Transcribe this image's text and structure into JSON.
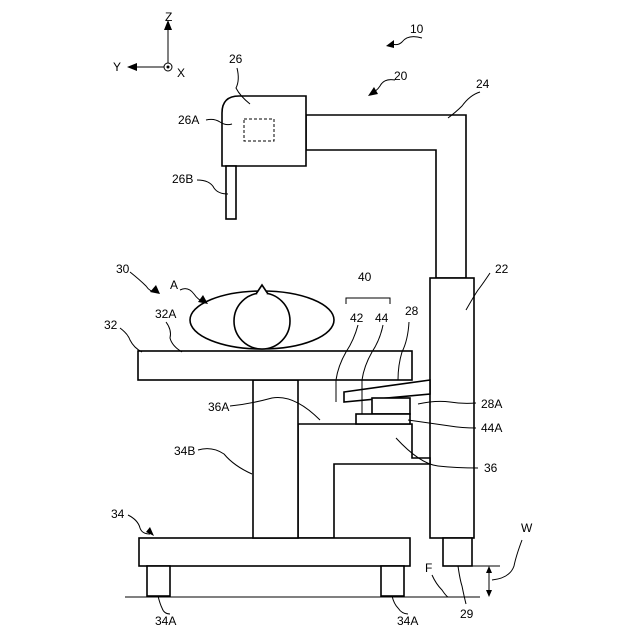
{
  "axes": {
    "z": "Z",
    "y": "Y",
    "x": "X"
  },
  "labels": {
    "l10": "10",
    "l20": "20",
    "l22": "22",
    "l24": "24",
    "l26": "26",
    "l26A": "26A",
    "l26B": "26B",
    "l28": "28",
    "l28A": "28A",
    "l29": "29",
    "l30": "30",
    "lA": "A",
    "l32": "32",
    "l32A": "32A",
    "l34": "34",
    "l34A_left": "34A",
    "l34A_right": "34A",
    "l34B": "34B",
    "l36": "36",
    "l36A": "36A",
    "l40": "40",
    "l42": "42",
    "l44": "44",
    "l44A": "44A",
    "lF": "F",
    "lW": "W"
  }
}
